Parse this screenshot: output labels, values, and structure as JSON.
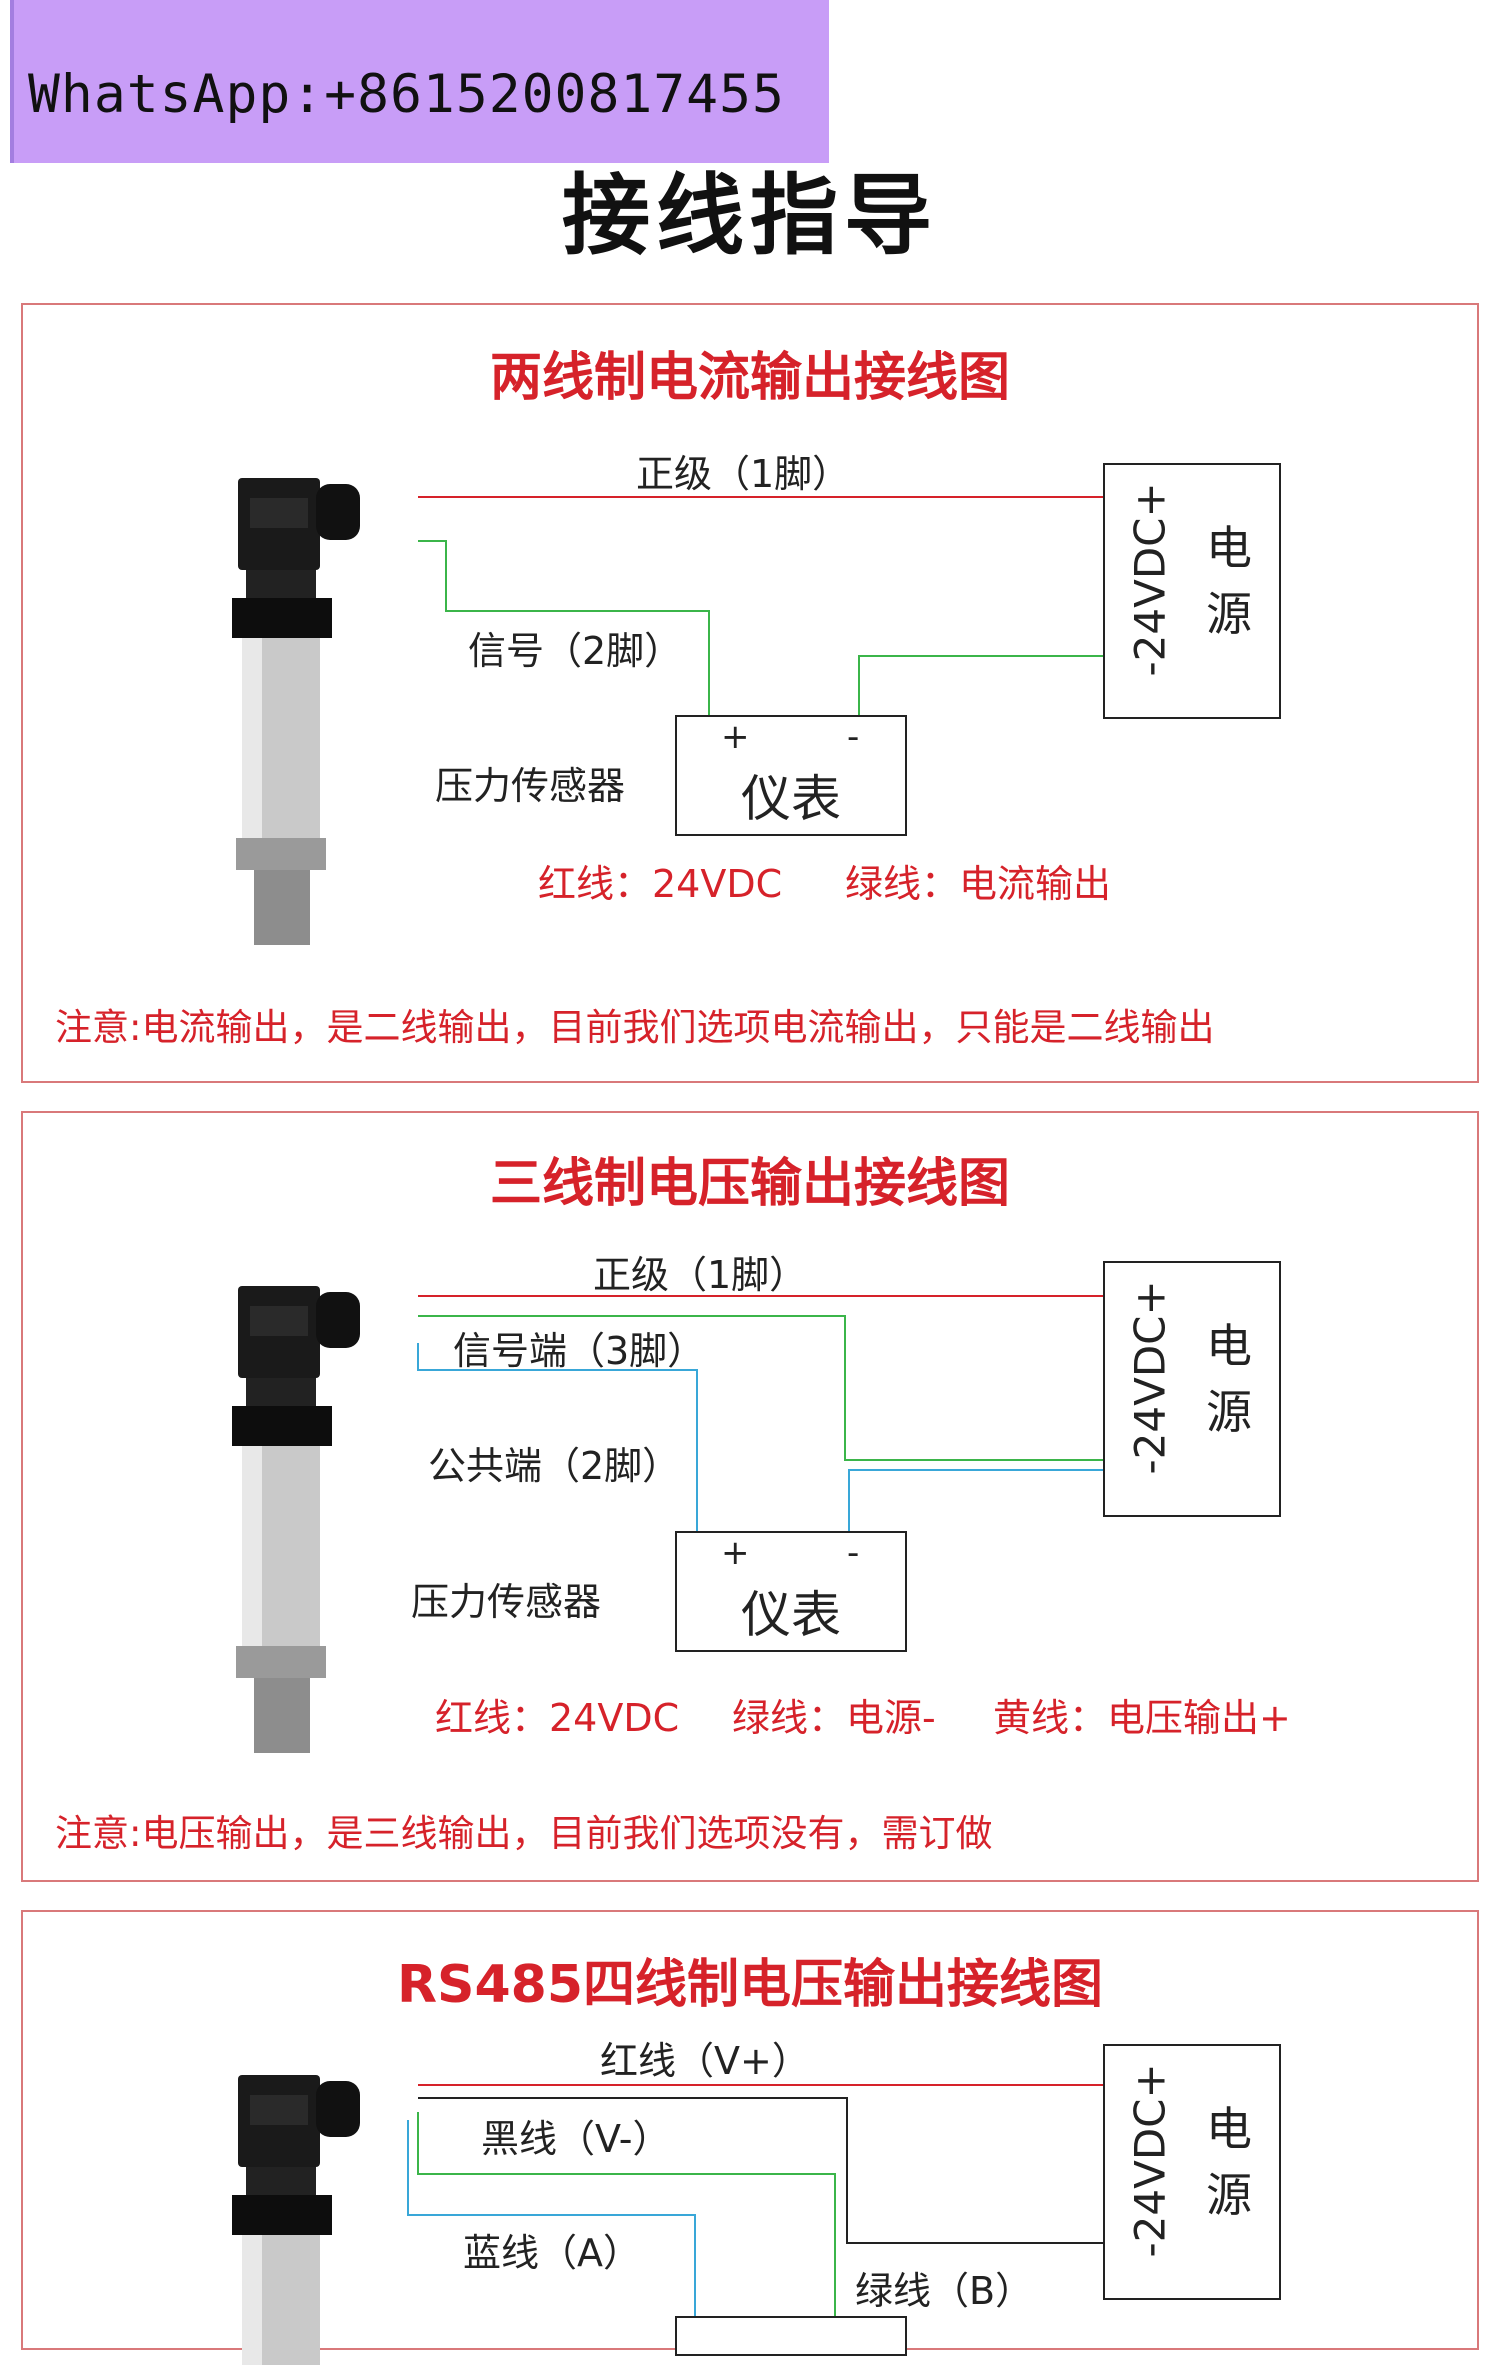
{
  "watermark": "WhatsApp:+8615200817455",
  "page_title": "接线指导",
  "colors": {
    "red_wire": "#d6222a",
    "green_wire": "#3bb54a",
    "blue_wire": "#39a7d8",
    "black_wire": "#222222",
    "title_red": "#d6222a"
  },
  "panels": [
    {
      "title": "两线制电流输出接线图",
      "wire_labels": [
        "正级（1脚）",
        "信号（2脚）"
      ],
      "sensor_label": "压力传感器",
      "meter": {
        "plus": "+",
        "minus": "-",
        "name": "仪表"
      },
      "psu": {
        "voltage": "-24VDC+",
        "name": "电源"
      },
      "legend": [
        "红线：24VDC",
        "绿线：电流输出"
      ],
      "note": "注意:电流输出，是二线输出，目前我们选项电流输出，只能是二线输出"
    },
    {
      "title": "三线制电压输出接线图",
      "wire_labels": [
        "正级（1脚）",
        "信号端（3脚）",
        "公共端（2脚）"
      ],
      "sensor_label": "压力传感器",
      "meter": {
        "plus": "+",
        "minus": "-",
        "name": "仪表"
      },
      "psu": {
        "voltage": "-24VDC+",
        "name": "电源"
      },
      "legend": [
        "红线：24VDC",
        "绿线：电源-",
        "黄线：电压输出+"
      ],
      "note": "注意:电压输出，是三线输出，目前我们选项没有，需订做"
    },
    {
      "title": "RS485四线制电压输出接线图",
      "wire_labels": [
        "红线（V+）",
        "黑线（V-）",
        "蓝线（A）",
        "绿线（B）"
      ],
      "psu": {
        "voltage": "-24VDC+",
        "name": "电源"
      }
    }
  ]
}
